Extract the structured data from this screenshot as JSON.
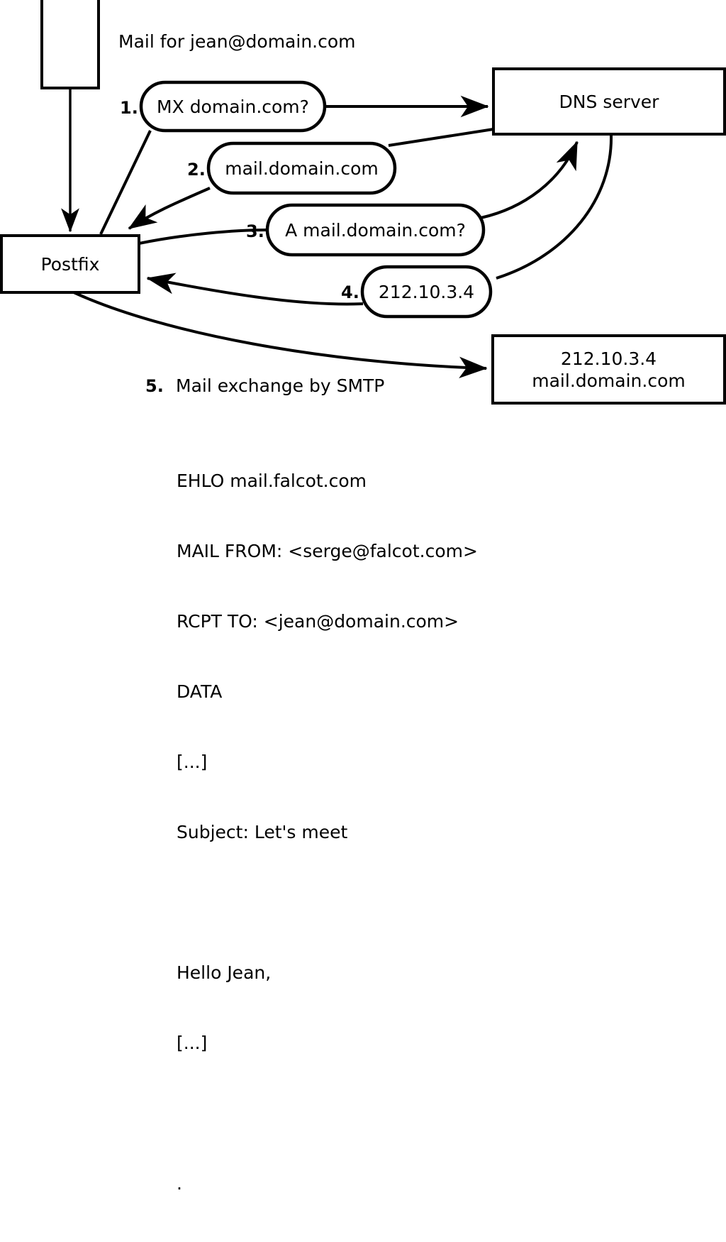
{
  "diagram": {
    "title_note": "Mail for jean@domain.com",
    "nodes": {
      "client_box": {
        "label": ""
      },
      "postfix": {
        "label": "Postfix"
      },
      "dns_server": {
        "label": "DNS server"
      },
      "mail_server": {
        "line1": "212.10.3.4",
        "line2": "mail.domain.com"
      }
    },
    "steps": [
      {
        "num": "1.",
        "label": "MX domain.com?"
      },
      {
        "num": "2.",
        "label": "mail.domain.com"
      },
      {
        "num": "3.",
        "label": "A mail.domain.com?"
      },
      {
        "num": "4.",
        "label": "212.10.3.4"
      },
      {
        "num": "5.",
        "label": "Mail exchange by SMTP"
      }
    ],
    "smtp_transcript": [
      "EHLO mail.falcot.com",
      "MAIL FROM: <serge@falcot.com>",
      "RCPT TO: <jean@domain.com>",
      "DATA",
      "[...]",
      "Subject: Let's meet",
      "",
      "Hello Jean,",
      "[...]",
      "",
      "."
    ],
    "colors": {
      "stroke": "#000000",
      "fill": "#ffffff",
      "text": "#000000"
    }
  }
}
